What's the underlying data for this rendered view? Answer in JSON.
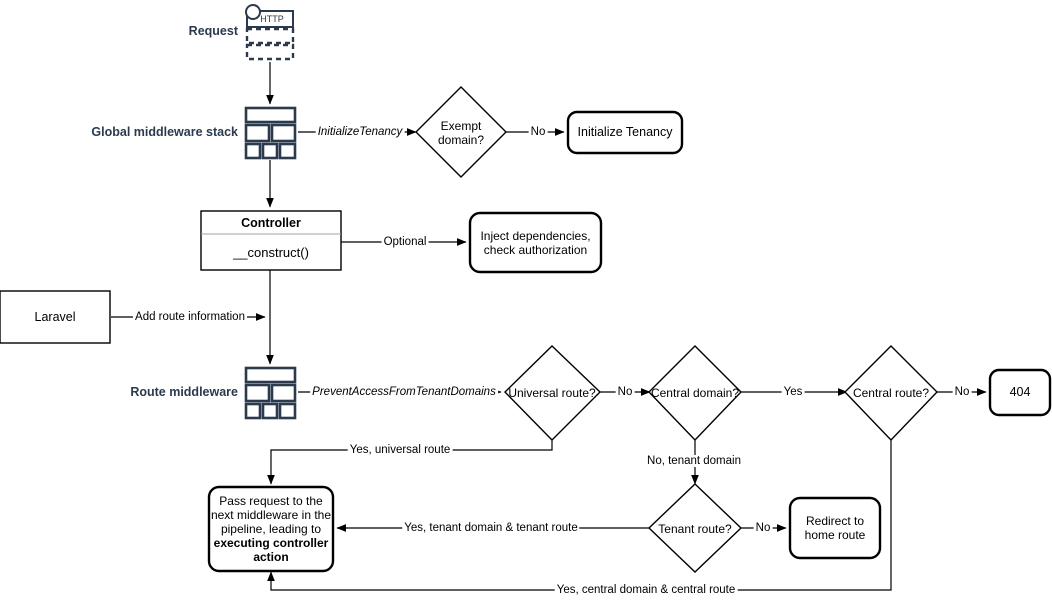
{
  "diagram": {
    "title": "Laravel multi-tenancy request lifecycle flowchart",
    "accent_color": "#2b3a4d",
    "line_color": "#000000",
    "background": "#ffffff"
  },
  "side_labels": {
    "request": "Request",
    "global_middleware": "Global middleware stack",
    "route_middleware": "Route middleware"
  },
  "icons": {
    "http_badge": "HTTP",
    "http_icon_name": "http-request-icon",
    "stack_icon_name": "middleware-stack-icon"
  },
  "nodes": {
    "initialize_tenancy": "Initialize Tenancy",
    "exempt_domain": "Exempt domain?",
    "controller_title": "Controller",
    "controller_method": "__construct()",
    "inject_dependencies": "Inject dependencies, check authorization",
    "laravel": "Laravel",
    "universal_route": "Universal route?",
    "central_domain": "Central domain?",
    "central_route": "Central route?",
    "not_found": "404",
    "tenant_route": "Tenant route?",
    "redirect_home": "Redirect to home route",
    "pass_request_plain_1": "Pass request to the next middleware in the pipeline, leading to ",
    "pass_request_bold": "executing controller action"
  },
  "edges": {
    "initialize_tenancy_mw": "InitializeTenancy",
    "exempt_no": "No",
    "optional": "Optional",
    "add_route_information": "Add route information",
    "prevent_access": "PreventAccessFromTenantDomains",
    "universal_no": "No",
    "central_domain_yes": "Yes",
    "central_route_no": "No",
    "yes_universal_route": "Yes, universal route",
    "no_tenant_domain": "No, tenant domain",
    "tenant_route_no": "No",
    "yes_tenant_domain_tenant_route": "Yes, tenant domain & tenant route",
    "yes_central_domain_central_route": "Yes, central domain & central route"
  }
}
